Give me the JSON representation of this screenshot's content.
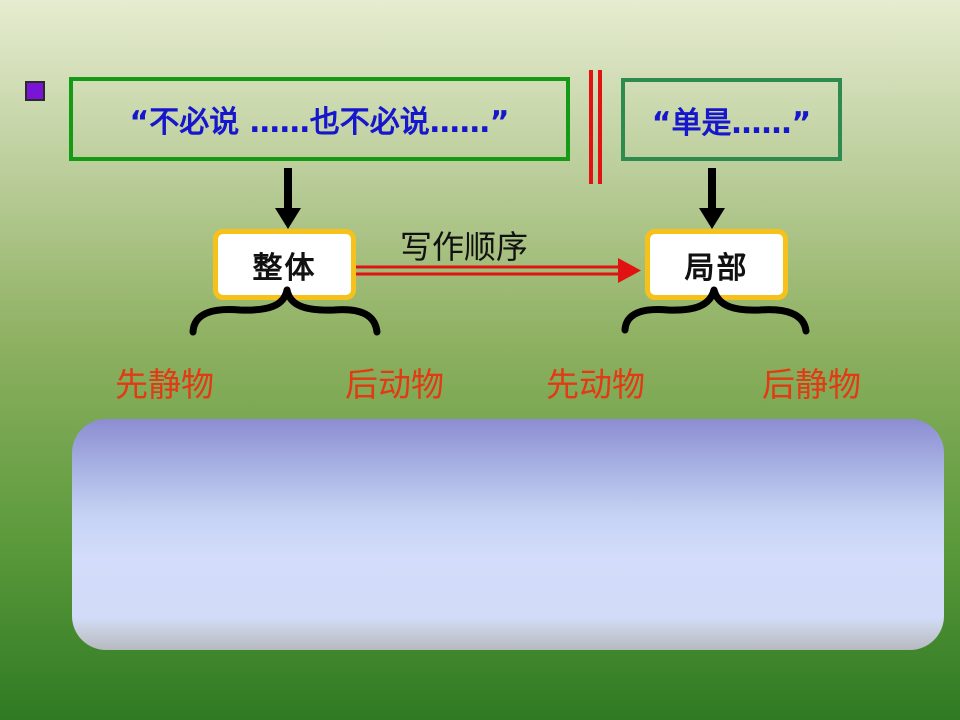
{
  "slide": {
    "quote_left": "“不必说 ……也不必说……”",
    "quote_right": "“单是……”",
    "concept_whole": "整体",
    "concept_part": "局部",
    "arrow_label": "写作顺序",
    "sub_labels": [
      "先静物",
      "后动物",
      "先动物",
      "后静物"
    ]
  },
  "colors": {
    "quote_text": "#1616cc",
    "quote_left_border": "#159a15",
    "quote_right_border": "#2e8a4e",
    "divider": "#e01212",
    "concept_border": "#f6c21a",
    "sub_label_text": "#e23a12",
    "bullet": "#7a14d6"
  }
}
